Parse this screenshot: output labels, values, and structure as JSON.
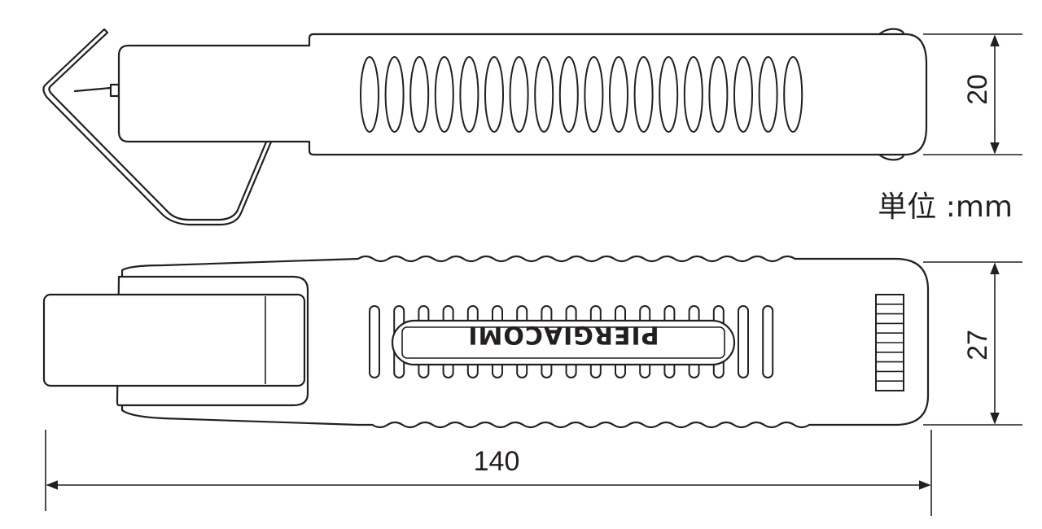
{
  "dimensions": {
    "height_top": "20",
    "height_bottom": "27",
    "length": "140"
  },
  "unit_label": "単位 :mm",
  "logo_text": "PIERGIACOMI",
  "colors": {
    "line": "#231f20",
    "fill": "#ffffff"
  }
}
